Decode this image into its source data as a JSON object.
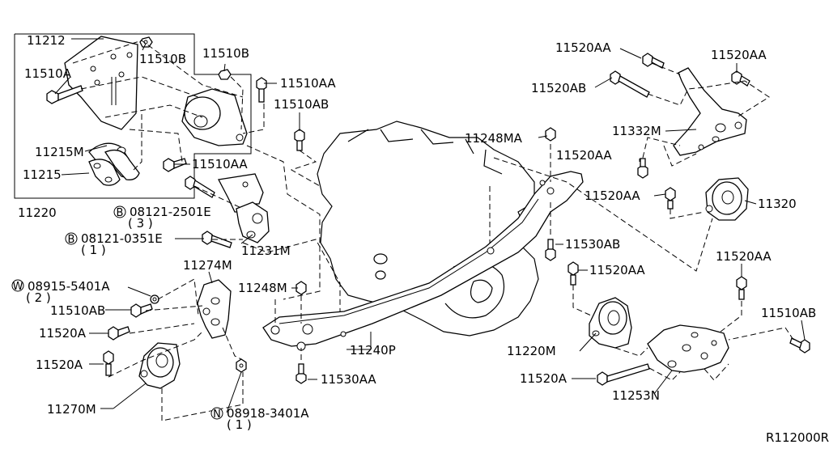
{
  "diagram": {
    "ref_code": "R112000R",
    "labels": {
      "l11212": "11212",
      "l11510B_a": "11510B",
      "l11510B_b": "11510B",
      "l11510A": "11510A",
      "l11510AA_a": "11510AA",
      "l11510AB_a": "11510AB",
      "l11215M": "11215M",
      "l11215": "11215",
      "l11510AA_b": "11510AA",
      "l11220": "11220",
      "l08121_2501E": "08121-2501E",
      "l08121_2501E_qty": "( 3 )",
      "l08121_0351E": "08121-0351E",
      "l08121_0351E_qty": "( 1 )",
      "l11231M": "11231M",
      "l11274M": "11274M",
      "l08915_5401A": "08915-5401A",
      "l08915_5401A_qty": "( 2 )",
      "l11510AB_b": "11510AB",
      "l11520A_a": "11520A",
      "l11520A_b": "11520A",
      "l11270M": "11270M",
      "l08918_3401A": "08918-3401A",
      "l08918_3401A_qty": "( 1 )",
      "l11248M": "11248M",
      "l11240P": "11240P",
      "l11530AA": "11530AA",
      "l11248MA": "11248MA",
      "l11520AA_a": "11520AA",
      "l11520AA_b": "11520AA",
      "l11520AB": "11520AB",
      "l11332M": "11332M",
      "l11520AA_c": "11520AA",
      "l11520AA_d": "11520AA",
      "l11320": "11320",
      "l11530AB": "11530AB",
      "l11520AA_e": "11520AA",
      "l11520AA_f": "11520AA",
      "l11510AB_c": "11510AB",
      "l11220M": "11220M",
      "l11520A_c": "11520A",
      "l11253N": "11253N"
    },
    "prefixes": {
      "bolt_b": "B",
      "washer_w": "W",
      "nut_n": "N"
    }
  }
}
